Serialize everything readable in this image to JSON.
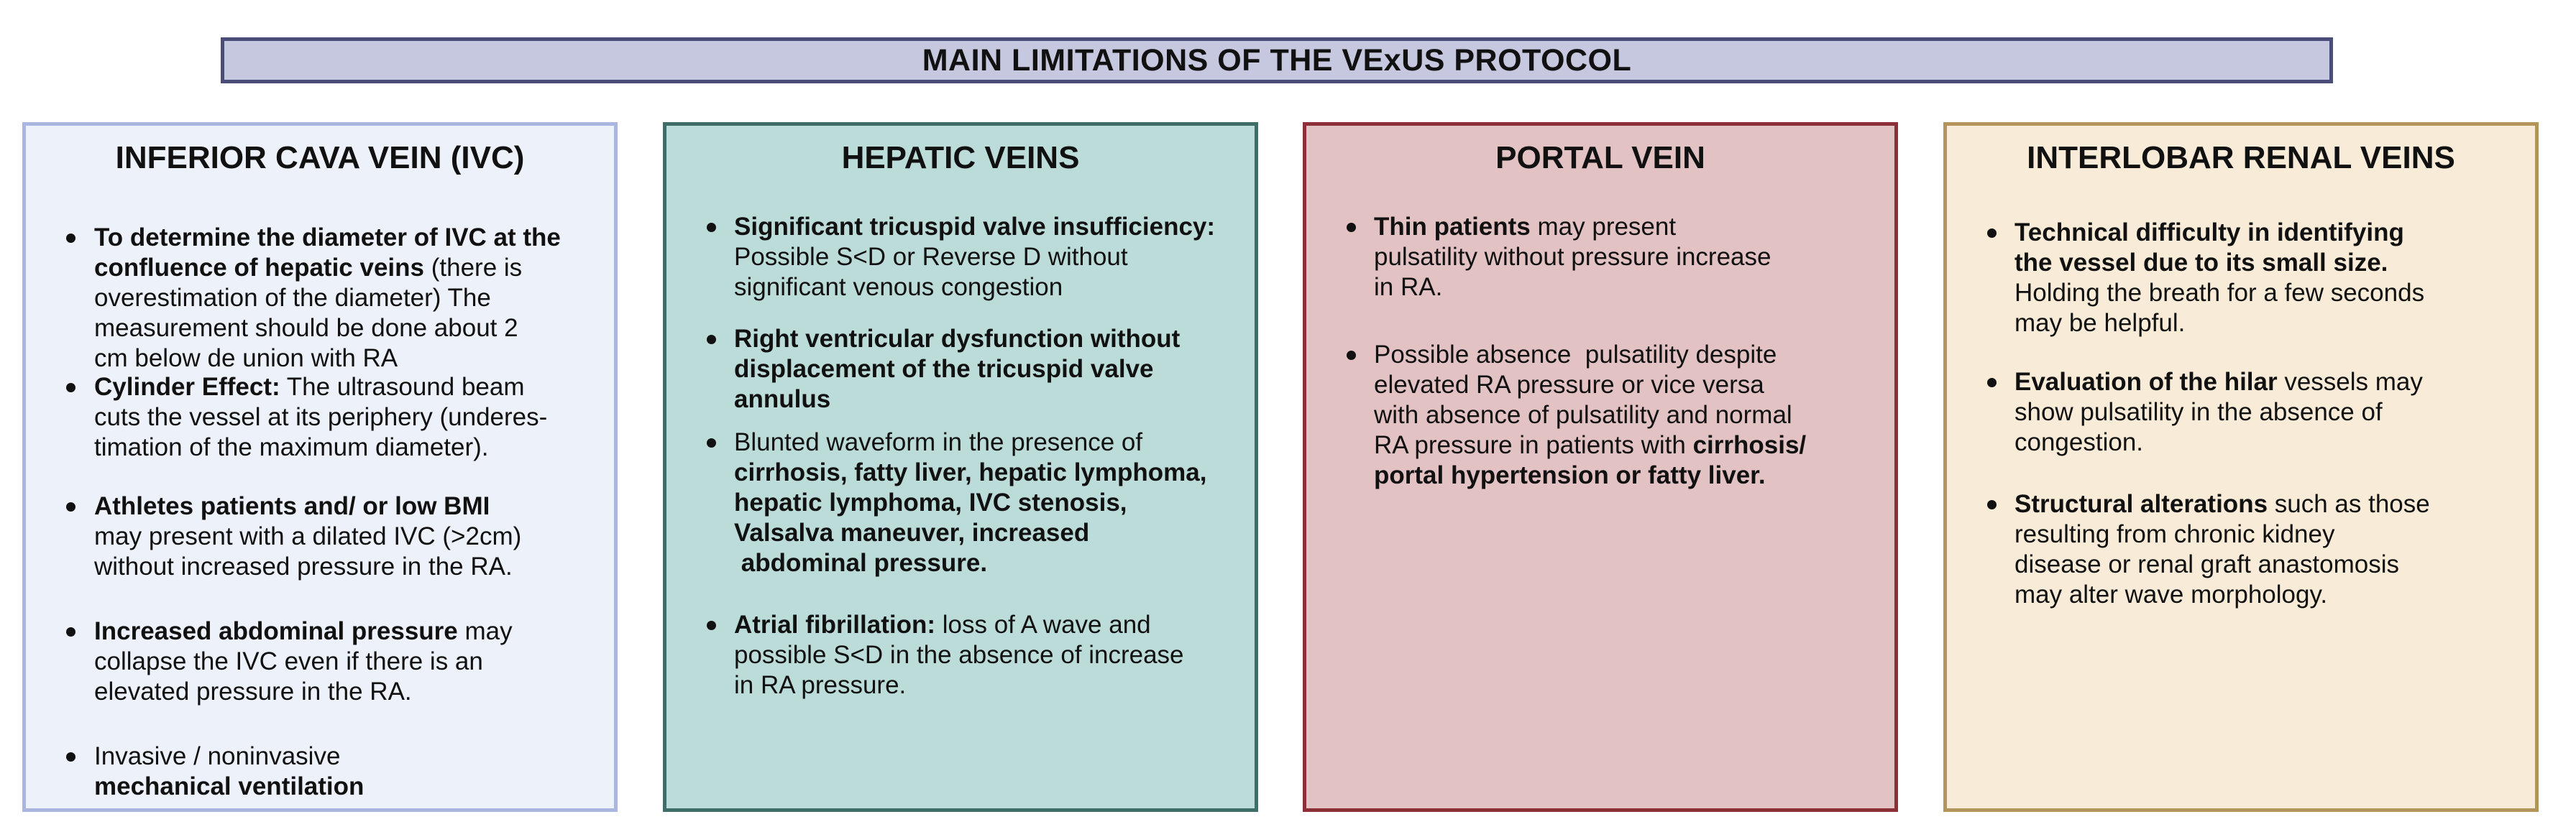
{
  "header": {
    "title": "MAIN LIMITATIONS OF THE VExUS PROTOCOL"
  },
  "colors": {
    "title_fill": "#c6c8df",
    "title_border": "#4a4d78",
    "ivc_fill": "#edf1f9",
    "ivc_border": "#aab6e0",
    "hepatic_fill": "#bcdcd9",
    "hepatic_border": "#3f6e69",
    "portal_fill": "#e3c2c4",
    "portal_border": "#8c2f37",
    "renal_fill": "#f8ebd7",
    "renal_border": "#b3945b"
  },
  "ivc": {
    "title": "INFERIOR CAVA VEIN (IVC)",
    "items": [
      {
        "lines": [
          [
            {
              "text": "To determine the diameter of IVC at the",
              "bold": true
            }
          ],
          [
            {
              "text": "confluence of hepatic veins",
              "bold": true
            },
            {
              "text": " (there is",
              "bold": false
            }
          ],
          [
            {
              "text": "overestimation of the diameter) The",
              "bold": false
            }
          ],
          [
            {
              "text": "measurement should be done about 2",
              "bold": false
            }
          ],
          [
            {
              "text": "cm below de union with RA",
              "bold": false
            }
          ]
        ]
      },
      {
        "lines": [
          [
            {
              "text": "Cylinder Effect:",
              "bold": true
            },
            {
              "text": " The ultrasound beam",
              "bold": false
            }
          ],
          [
            {
              "text": "cuts the vessel at its periphery (underes-",
              "bold": false
            }
          ],
          [
            {
              "text": "timation of the maximum diameter).",
              "bold": false
            }
          ]
        ]
      },
      {
        "lines": [
          [
            {
              "text": "Athletes patients and/ or low BMI",
              "bold": true
            }
          ],
          [
            {
              "text": "may present with a dilated IVC (>2cm)",
              "bold": false
            }
          ],
          [
            {
              "text": "without increased pressure in the RA.",
              "bold": false
            }
          ]
        ]
      },
      {
        "lines": [
          [
            {
              "text": "Increased abdominal pressure",
              "bold": true
            },
            {
              "text": " may",
              "bold": false
            }
          ],
          [
            {
              "text": "collapse the IVC even if there is an",
              "bold": false
            }
          ],
          [
            {
              "text": "elevated pressure in the RA.",
              "bold": false
            }
          ]
        ]
      },
      {
        "lines": [
          [
            {
              "text": "Invasive / noninvasive",
              "bold": false
            }
          ],
          [
            {
              "text": "mechanical ventilation",
              "bold": true
            }
          ]
        ]
      }
    ]
  },
  "hepatic": {
    "title": "HEPATIC VEINS",
    "items": [
      {
        "lines": [
          [
            {
              "text": "Significant tricuspid valve insufficiency:",
              "bold": true
            }
          ],
          [
            {
              "text": "Possible S<D or Reverse D without",
              "bold": false
            }
          ],
          [
            {
              "text": "significant venous congestion",
              "bold": false
            }
          ]
        ]
      },
      {
        "lines": [
          [
            {
              "text": "Right ventricular dysfunction without",
              "bold": true
            }
          ],
          [
            {
              "text": "displacement of the tricuspid valve",
              "bold": true
            }
          ],
          [
            {
              "text": "annulus",
              "bold": true
            }
          ]
        ]
      },
      {
        "lines": [
          [
            {
              "text": "Blunted waveform in the presence of",
              "bold": false
            }
          ],
          [
            {
              "text": "cirrhosis, fatty liver, hepatic lymphoma,",
              "bold": true
            }
          ],
          [
            {
              "text": "hepatic lymphoma, IVC stenosis,",
              "bold": true
            }
          ],
          [
            {
              "text": "Valsalva maneuver, increased",
              "bold": true
            }
          ],
          [
            {
              "text": " abdominal pressure.",
              "bold": true
            }
          ]
        ]
      },
      {
        "lines": [
          [
            {
              "text": "Atrial fibrillation:",
              "bold": true
            },
            {
              "text": " loss of A wave and",
              "bold": false
            }
          ],
          [
            {
              "text": "possible S<D in the absence of increase",
              "bold": false
            }
          ],
          [
            {
              "text": "in RA pressure.",
              "bold": false
            }
          ]
        ]
      }
    ]
  },
  "portal": {
    "title": "PORTAL VEIN",
    "items": [
      {
        "lines": [
          [
            {
              "text": "Thin patients",
              "bold": true
            },
            {
              "text": " may present",
              "bold": false
            }
          ],
          [
            {
              "text": "pulsatility without pressure increase",
              "bold": false
            }
          ],
          [
            {
              "text": "in RA.",
              "bold": false
            }
          ]
        ]
      },
      {
        "lines": [
          [
            {
              "text": "Possible absence  pulsatility despite",
              "bold": false
            }
          ],
          [
            {
              "text": "elevated RA pressure or vice versa",
              "bold": false
            }
          ],
          [
            {
              "text": "with absence of pulsatility and normal",
              "bold": false
            }
          ],
          [
            {
              "text": "RA pressure in patients with ",
              "bold": false
            },
            {
              "text": "cirrhosis/",
              "bold": true
            }
          ],
          [
            {
              "text": "portal hypertension or fatty liver.",
              "bold": true
            }
          ]
        ]
      }
    ]
  },
  "renal": {
    "title": "INTERLOBAR RENAL VEINS",
    "items": [
      {
        "lines": [
          [
            {
              "text": "Technical difficulty in identifying",
              "bold": true
            }
          ],
          [
            {
              "text": "the vessel due to its small size.",
              "bold": true
            }
          ],
          [
            {
              "text": "Holding the breath for a few seconds",
              "bold": false
            }
          ],
          [
            {
              "text": "may be helpful.",
              "bold": false
            }
          ]
        ]
      },
      {
        "lines": [
          [
            {
              "text": "Evaluation of the hilar",
              "bold": true
            },
            {
              "text": " vessels may",
              "bold": false
            }
          ],
          [
            {
              "text": "show pulsatility in the absence of",
              "bold": false
            }
          ],
          [
            {
              "text": "congestion.",
              "bold": false
            }
          ]
        ]
      },
      {
        "lines": [
          [
            {
              "text": "Structural alterations",
              "bold": true
            },
            {
              "text": " such as those",
              "bold": false
            }
          ],
          [
            {
              "text": "resulting from chronic kidney",
              "bold": false
            }
          ],
          [
            {
              "text": "disease or renal graft anastomosis",
              "bold": false
            }
          ],
          [
            {
              "text": "may alter wave morphology.",
              "bold": false
            }
          ]
        ]
      }
    ]
  }
}
